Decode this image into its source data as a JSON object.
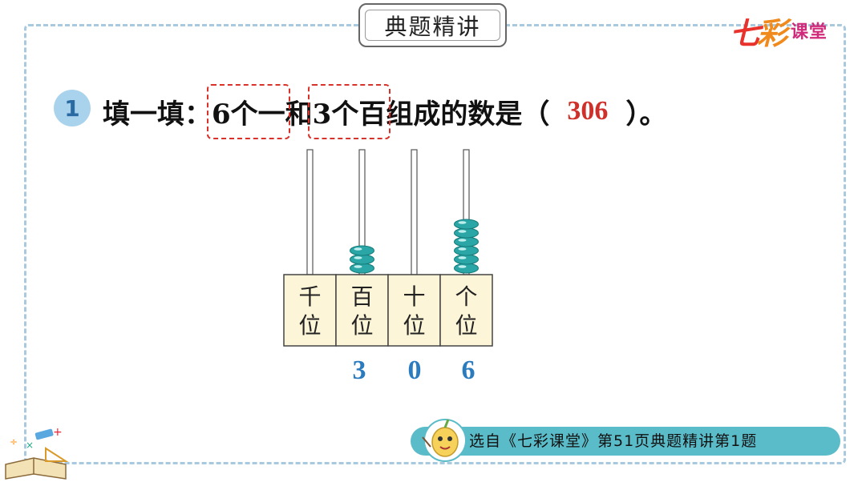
{
  "header": {
    "title": "典题精讲",
    "logo": {
      "part1": "七",
      "part2": "彩",
      "part3": "课堂"
    }
  },
  "question": {
    "number": "1",
    "prefix": "填一填：",
    "highlight1": "6个一",
    "connector": "和",
    "highlight2": "3个百",
    "middle": "组成的数是（",
    "answer": "306",
    "suffix": "）。"
  },
  "abacus": {
    "places": [
      {
        "line1": "千",
        "line2": "位",
        "beads": 0
      },
      {
        "line1": "百",
        "line2": "位",
        "beads": 3
      },
      {
        "line1": "十",
        "line2": "位",
        "beads": 0
      },
      {
        "line1": "个",
        "line2": "位",
        "beads": 6
      }
    ],
    "digits": [
      "3",
      "0",
      "6"
    ],
    "bead_color": "#2aa6a6",
    "bead_dark": "#167a7a"
  },
  "footer": {
    "text": "选自《七彩课堂》第51页典题精讲第1题"
  }
}
